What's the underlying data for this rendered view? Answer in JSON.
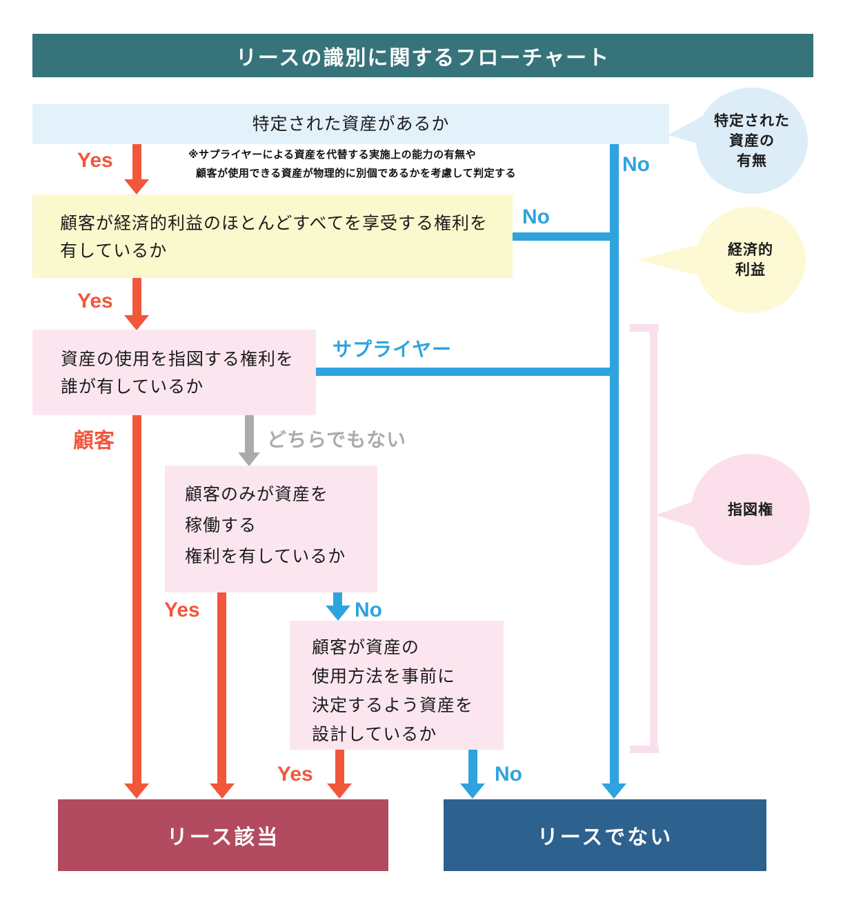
{
  "header": {
    "title": "リースの識別に関するフローチャート"
  },
  "note": {
    "line1": "※サプライヤーによる資産を代替する実施上の能力の有無や",
    "line2": "顧客が使用できる資産が物理的に別個であるかを考慮して判定する"
  },
  "nodes": {
    "identified_asset": {
      "lines": [
        "特定された資産があるか"
      ]
    },
    "economic_benefit": {
      "lines": [
        "顧客が経済的利益のほとんどすべてを享受する権利を",
        "有しているか"
      ]
    },
    "direction_right": {
      "lines": [
        "資産の使用を指図する権利を",
        "誰が有しているか"
      ]
    },
    "operate_right": {
      "lines": [
        "顧客のみが資産を",
        "稼働する",
        "権利を有しているか"
      ]
    },
    "design_predetermined": {
      "lines": [
        "顧客が資産の",
        "使用方法を事前に",
        "決定するよう資産を",
        "設計しているか"
      ]
    }
  },
  "results": {
    "lease": "リース該当",
    "not_lease": "リースでない"
  },
  "edge_labels": {
    "yes": "Yes",
    "no": "No",
    "customer": "顧客",
    "neither": "どちらでもない",
    "supplier": "サプライヤー"
  },
  "bubbles": {
    "identified_asset": {
      "lines": [
        "特定された",
        "資産の",
        "有無"
      ]
    },
    "economic_benefit": {
      "lines": [
        "経済的",
        "利益"
      ]
    },
    "direction_right": {
      "lines": [
        "指図権"
      ]
    }
  },
  "colors": {
    "header_teal": "#37737A",
    "yes_red": "#F2563B",
    "no_blue": "#2EA3DE",
    "neither_gray": "#ABABAB",
    "lease_maroon": "#B24B5F",
    "not_lease_navy": "#2D618E",
    "node_light_blue": "#E3F1FA",
    "node_yellow": "#FAF8CD",
    "node_pink": "#FBE6F0",
    "bubble_blue": "#DCEDF8",
    "bubble_yellow": "#FCF9D4",
    "bubble_pink": "#FBE0EC",
    "bracket_pink": "#F9E0EC"
  }
}
